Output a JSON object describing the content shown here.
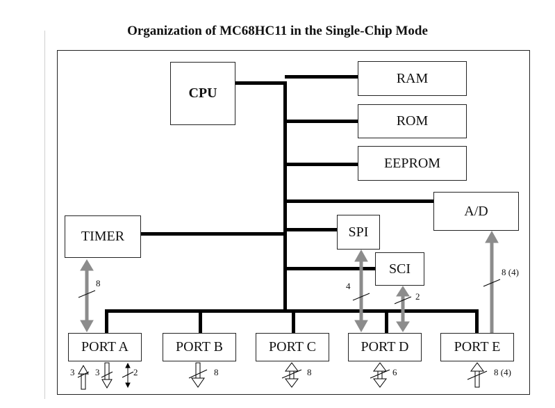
{
  "title": "Organization of MC68HC11 in the Single-Chip Mode",
  "blocks": {
    "cpu": "CPU",
    "ram": "RAM",
    "rom": "ROM",
    "eeprom": "EEPROM",
    "ad": "A/D",
    "timer": "TIMER",
    "spi": "SPI",
    "sci": "SCI",
    "port_a": "PORT A",
    "port_b": "PORT B",
    "port_c": "PORT C",
    "port_d": "PORT D",
    "port_e": "PORT E"
  },
  "bus_widths": {
    "timer_port_a": "8",
    "spi_port_d": "4",
    "sci_port_d": "2",
    "ad_port_e": "8 (4)"
  },
  "pin_widths": {
    "port_a_in": "3",
    "port_a_out": "3",
    "port_a_bidir": "2",
    "port_b": "8",
    "port_c": "8",
    "port_d": "6",
    "port_e": "8 (4)"
  },
  "colors": {
    "bus": "#000000",
    "internal_link": "#8c8c8c",
    "border": "#222222"
  }
}
